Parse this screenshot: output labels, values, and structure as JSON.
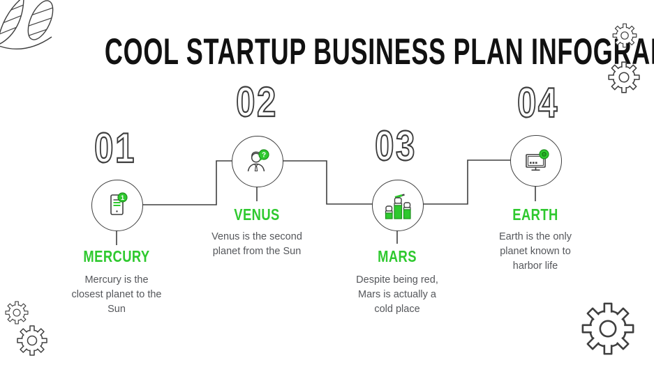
{
  "slide": {
    "title": "COOL STARTUP BUSINESS PLAN INFOGRAPHICS"
  },
  "colors": {
    "accent_green": "#2fc92f",
    "badge_green_border": "#1d8f1d",
    "outline_dark": "#3f3f3f",
    "body_text": "#55575b",
    "title_text": "#111111"
  },
  "steps": [
    {
      "number": "01",
      "name": "MERCURY",
      "description": "Mercury is the closest planet to the Sun",
      "icon": "smartphone-notification",
      "badge_glyph": "1"
    },
    {
      "number": "02",
      "name": "VENUS",
      "description": "Venus is the second planet from the Sun",
      "icon": "person-question-bubble",
      "badge_glyph": "?"
    },
    {
      "number": "03",
      "name": "MARS",
      "description": "Despite being red, Mars is actually a cold place",
      "icon": "raised-fists-pencil",
      "badge_glyph": ""
    },
    {
      "number": "04",
      "name": "EARTH",
      "description": "Earth is the only planet known to harbor life",
      "icon": "monitor-gear",
      "badge_glyph": "⚙"
    }
  ],
  "decorations": {
    "top_left": "hatched-leaves",
    "top_right": "two-outline-gears",
    "bottom_left": "two-outline-gears",
    "bottom_right": "outline-gear"
  }
}
